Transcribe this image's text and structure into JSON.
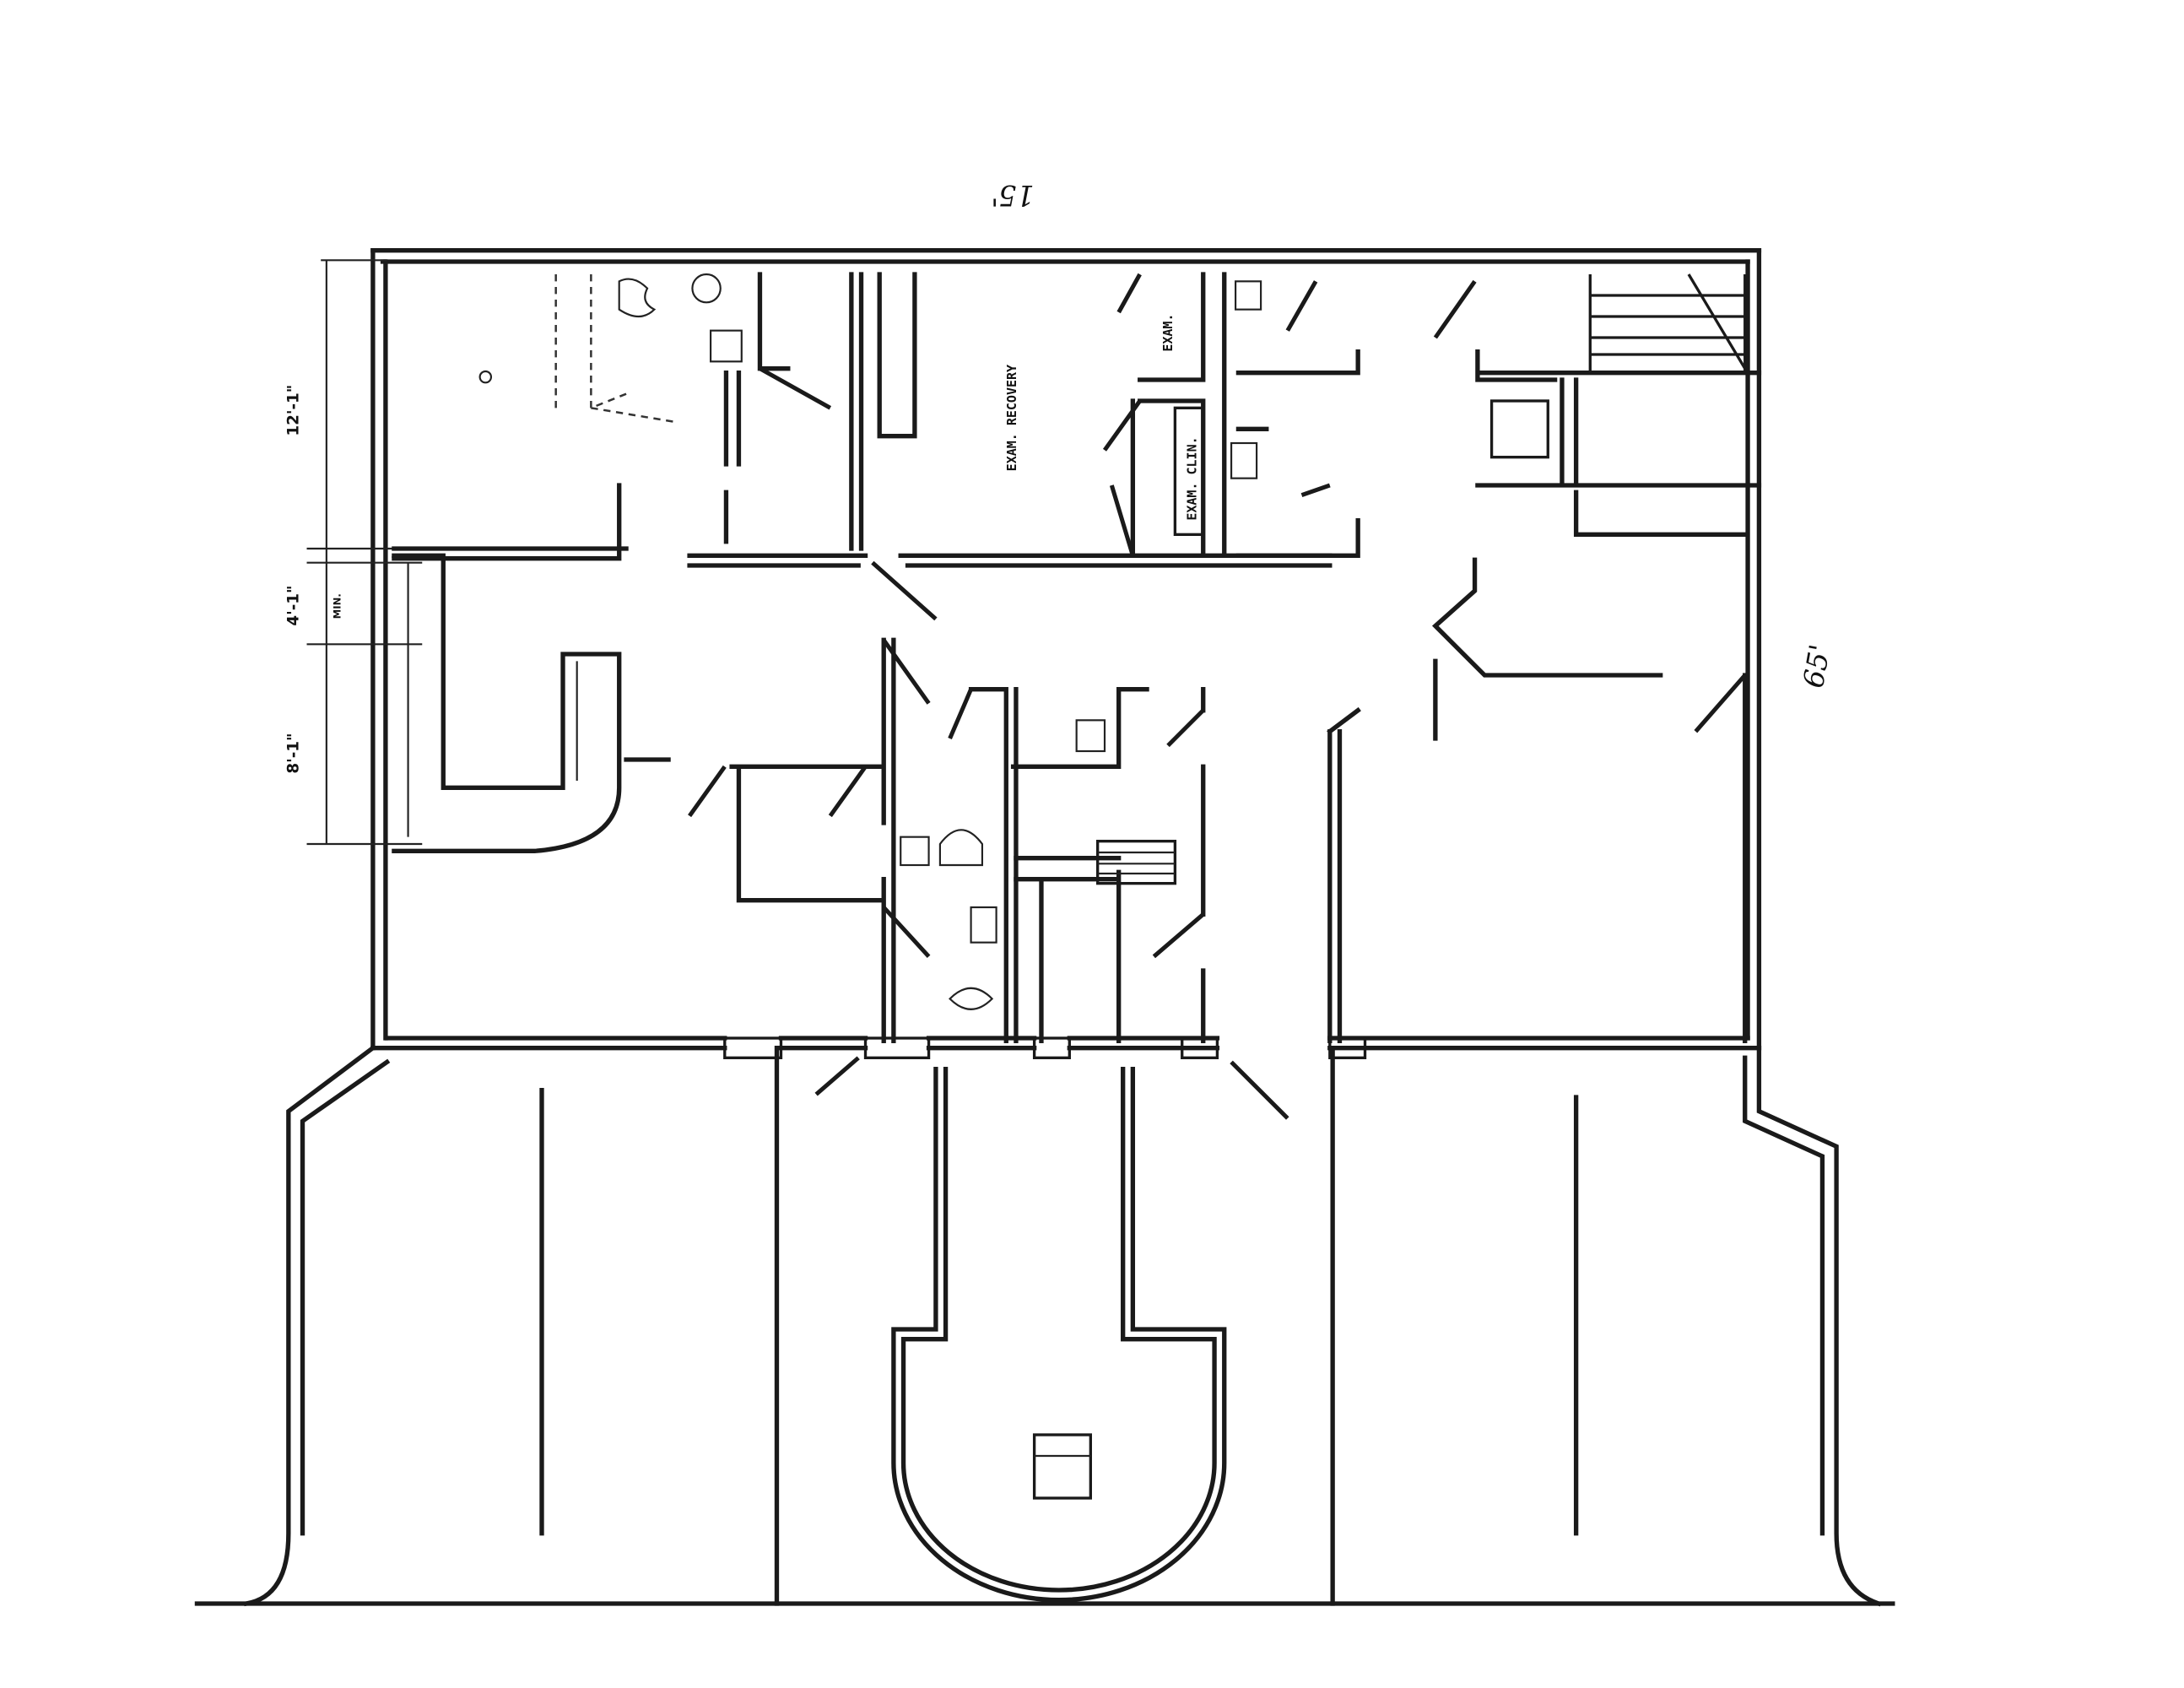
{
  "drawing": {
    "title": "Floor plan sketch",
    "overall_dimensions": {
      "width": "15'",
      "depth": "65'"
    },
    "left_dimensions": [
      {
        "value": "12'-1\""
      },
      {
        "value": "4'-1\"",
        "note": "MIN."
      },
      {
        "value": "8'-1\""
      }
    ],
    "room_labels": {
      "exam_recovery": "EXAM. RECOVERY",
      "exam": "EXAM.",
      "exam_clin": "EXAM. CLIN."
    },
    "ink_color": "#1a1a1a",
    "paper_color": "#ffffff"
  }
}
